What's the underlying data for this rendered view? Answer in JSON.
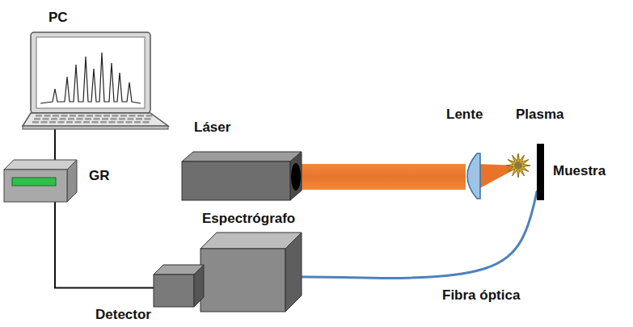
{
  "diagram": {
    "nodes": [
      {
        "text": [
          "PC"
        ]
      },
      {
        "text": [
          "GR"
        ]
      },
      {
        "text": [
          "Láser"
        ]
      },
      {
        "text": [
          "Lente"
        ]
      },
      {
        "text": [
          "Plasma"
        ]
      },
      {
        "text": [
          "Muestra"
        ]
      },
      {
        "text": [
          "Espectrógrafo"
        ]
      },
      {
        "text": [
          "Detector"
        ]
      }
    ],
    "edges": [
      {
        "from": 0,
        "to": 1,
        "arrow": "none"
      },
      {
        "from": 1,
        "to": 7,
        "arrow": "none"
      },
      {
        "from": 5,
        "to": 6,
        "label": "Fibra óptica",
        "arrow": "none"
      }
    ]
  }
}
